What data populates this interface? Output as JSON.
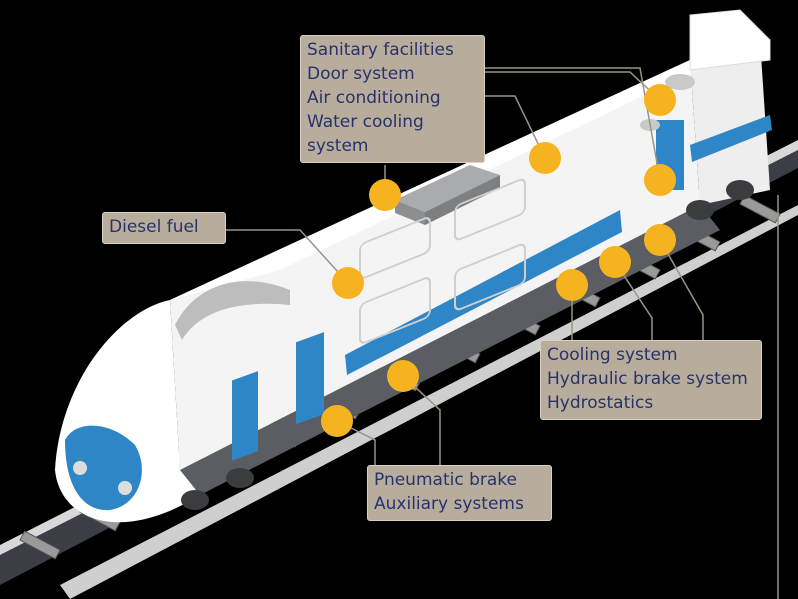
{
  "labels": {
    "top": [
      "Sanitary facilities",
      "Door system",
      "Air conditioning",
      "Water cooling",
      "system"
    ],
    "diesel": [
      "Diesel fuel"
    ],
    "right": [
      "Cooling system",
      "Hydraulic brake system",
      "Hydrostatics"
    ],
    "bottom": [
      "Pneumatic brake",
      "Auxiliary systems"
    ]
  },
  "colors": {
    "background": "#000000",
    "label_bg": "#b8ad9c",
    "label_text": "#26326b",
    "marker": "#f5b320",
    "train_blue": "#2f86c6",
    "leader_line": "#9b9486"
  }
}
